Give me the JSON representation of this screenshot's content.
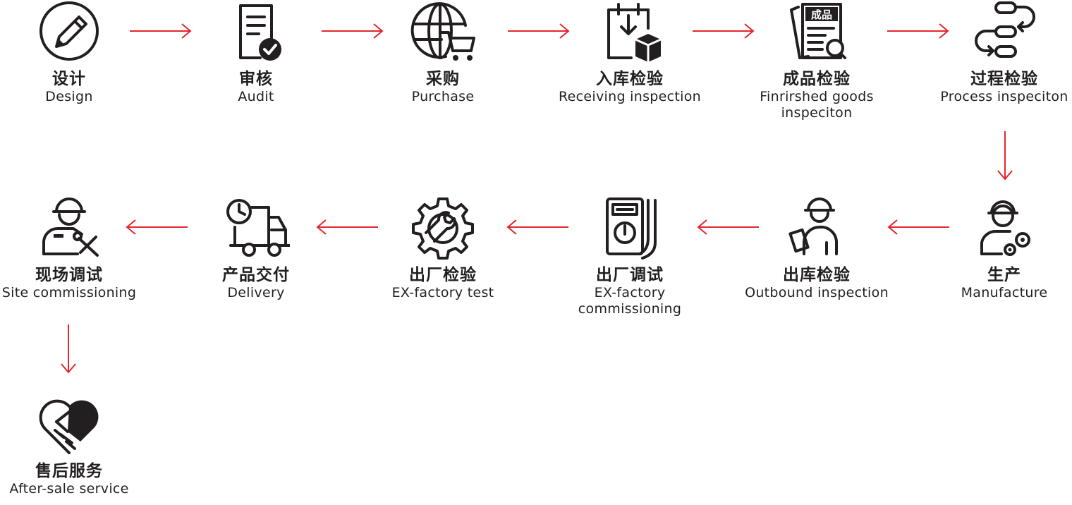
{
  "colors": {
    "arrow": "#e4262b",
    "icon": "#231f20",
    "text": "#231f20"
  },
  "steps": [
    {
      "zh": "设计",
      "en": "Design",
      "icon": "pencil-circle-icon"
    },
    {
      "zh": "审核",
      "en": "Audit",
      "icon": "document-check-icon"
    },
    {
      "zh": "采购",
      "en": "Purchase",
      "icon": "globe-cart-icon"
    },
    {
      "zh": "入库检验",
      "en": "Receiving inspection",
      "icon": "box-download-icon"
    },
    {
      "zh": "成品检验",
      "en_line1": "Finrirshed goods",
      "en_line2": "inspeciton",
      "badge": "成品",
      "icon": "report-search-icon"
    },
    {
      "zh": "过程检验",
      "en": "Process inspeciton",
      "icon": "process-cycle-icon"
    },
    {
      "zh": "生产",
      "en": "Manufacture",
      "icon": "worker-gears-icon"
    },
    {
      "zh": "出库检验",
      "en": "Outbound inspection",
      "icon": "worker-clipboard-icon"
    },
    {
      "zh": "出厂调试",
      "en_line1": "EX-factory",
      "en_line2": "commissioning",
      "icon": "multimeter-icon"
    },
    {
      "zh": "出厂检验",
      "en": "EX-factory test",
      "icon": "gear-wrench-icon"
    },
    {
      "zh": "产品交付",
      "en": "Delivery",
      "icon": "delivery-truck-icon"
    },
    {
      "zh": "现场调试",
      "en": "Site commissioning",
      "icon": "engineer-tools-icon"
    },
    {
      "zh": "售后服务",
      "en": "After-sale service",
      "icon": "handshake-heart-icon"
    }
  ]
}
